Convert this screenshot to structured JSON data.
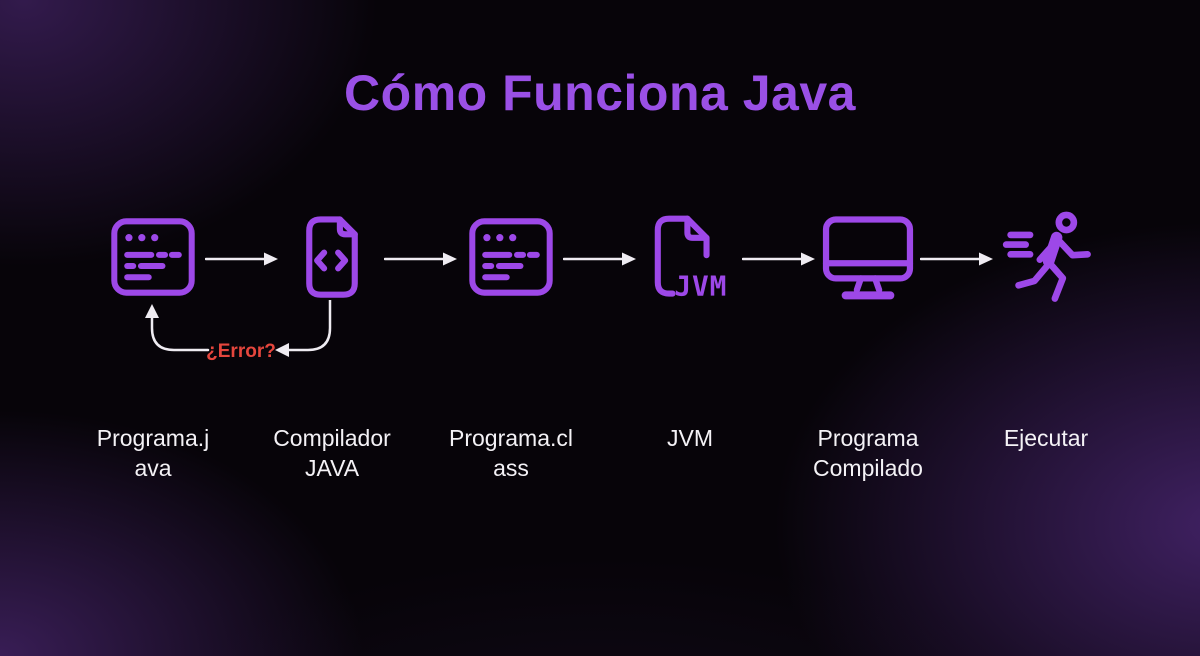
{
  "title": "Cómo Funciona Java",
  "flow": {
    "steps": [
      {
        "id": "programa-java",
        "label": "Programa.j\nava",
        "icon": "code-editor-icon"
      },
      {
        "id": "compilador-java",
        "label": "Compilador\nJAVA",
        "icon": "code-file-icon"
      },
      {
        "id": "programa-class",
        "label": "Programa.cl\nass",
        "icon": "code-editor-icon"
      },
      {
        "id": "jvm",
        "label": "JVM",
        "icon": "jvm-file-icon"
      },
      {
        "id": "programa-compilado",
        "label": "Programa\nCompilado",
        "icon": "monitor-icon"
      },
      {
        "id": "ejecutar",
        "label": "Ejecutar",
        "icon": "runner-icon"
      }
    ],
    "jvm_icon_text": "JVM"
  },
  "error_loop": {
    "label": "¿Error?"
  },
  "colors": {
    "background_base": "#070409",
    "background_glow": "#34194e",
    "icon_accent": "#9d48e8",
    "title_accent": "#9a50e6",
    "error_text": "#e5463d",
    "arrow": "#efecf2",
    "label_text": "#f4f2f6"
  }
}
